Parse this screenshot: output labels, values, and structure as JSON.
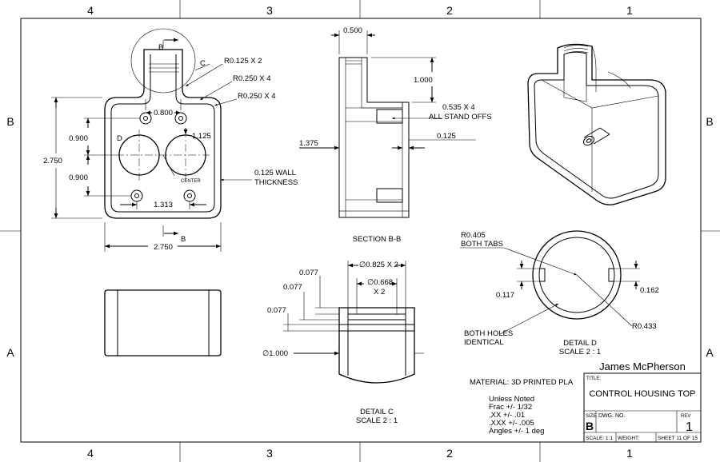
{
  "zones": {
    "top": [
      "4",
      "3",
      "2",
      "1"
    ],
    "bottom": [
      "4",
      "3",
      "2",
      "1"
    ],
    "left": [
      "B",
      "A"
    ],
    "right": [
      "B",
      "A"
    ]
  },
  "front_view": {
    "c_callout": "C",
    "d_callout": "D",
    "section_b_top": "B",
    "section_b_bottom": "B",
    "r_tab": "R0.125 X 2",
    "r_outer": "R0.250 X 4",
    "r_inner": "R0.250 X 4",
    "dim_0800": "0.800",
    "dim_1125": "1.125",
    "dim_0900_top": "0.900",
    "dim_0900_bottom": "0.900",
    "dim_2750_v": "2.750",
    "dim_1313": "1.313",
    "dim_2750_h": "2.750",
    "wall": [
      "0.125 WALL",
      "THICKNESS"
    ],
    "center": "CENTER"
  },
  "section_view": {
    "dim_0500": "0.500",
    "dim_1000": "1.000",
    "standoffs": [
      "0.535 X 4",
      "ALL STAND OFFS"
    ],
    "dim_1375": "1.375",
    "dim_0125": "0.125",
    "title": "SECTION B-B"
  },
  "detail_c": {
    "dia_0825": "∅0.825 X 2",
    "dia_0668": "∅0.668",
    "x2": "X 2",
    "dim_0077_a": "0.077",
    "dim_0077_b": "0.077",
    "dim_0077_c": "0.077",
    "dia_1000": "∅1.000",
    "title": "DETAIL C",
    "scale": "SCALE 2 : 1"
  },
  "detail_d": {
    "r0405": [
      "R0.405",
      "BOTH TABS"
    ],
    "dim_0117": "0.117",
    "dim_0162": "0.162",
    "r0433": "R0.433",
    "holes": [
      "BOTH HOLES",
      "IDENTICAL"
    ],
    "title": "DETAIL D",
    "scale": "SCALE 2 : 1"
  },
  "notes": {
    "material": "MATERIAL: 3D PRINTED PLA",
    "tolerances": [
      "Unless Noted",
      "Frac  +/- 1/32",
      ".XX  +/- .01",
      ".XXX  +/- .005",
      "Angles  +/- 1 deg"
    ]
  },
  "title_block": {
    "author": "James McPherson",
    "title_label": "TITLE:",
    "title": "CONTROL HOUSING TOP",
    "size_label": "SIZE",
    "size": "B",
    "dwg_label": "DWG.  NO.",
    "rev_label": "REV",
    "rev": "1",
    "scale": "SCALE: 1:1",
    "weight": "WEIGHT:",
    "sheet": "SHEET 11 OF 15"
  }
}
